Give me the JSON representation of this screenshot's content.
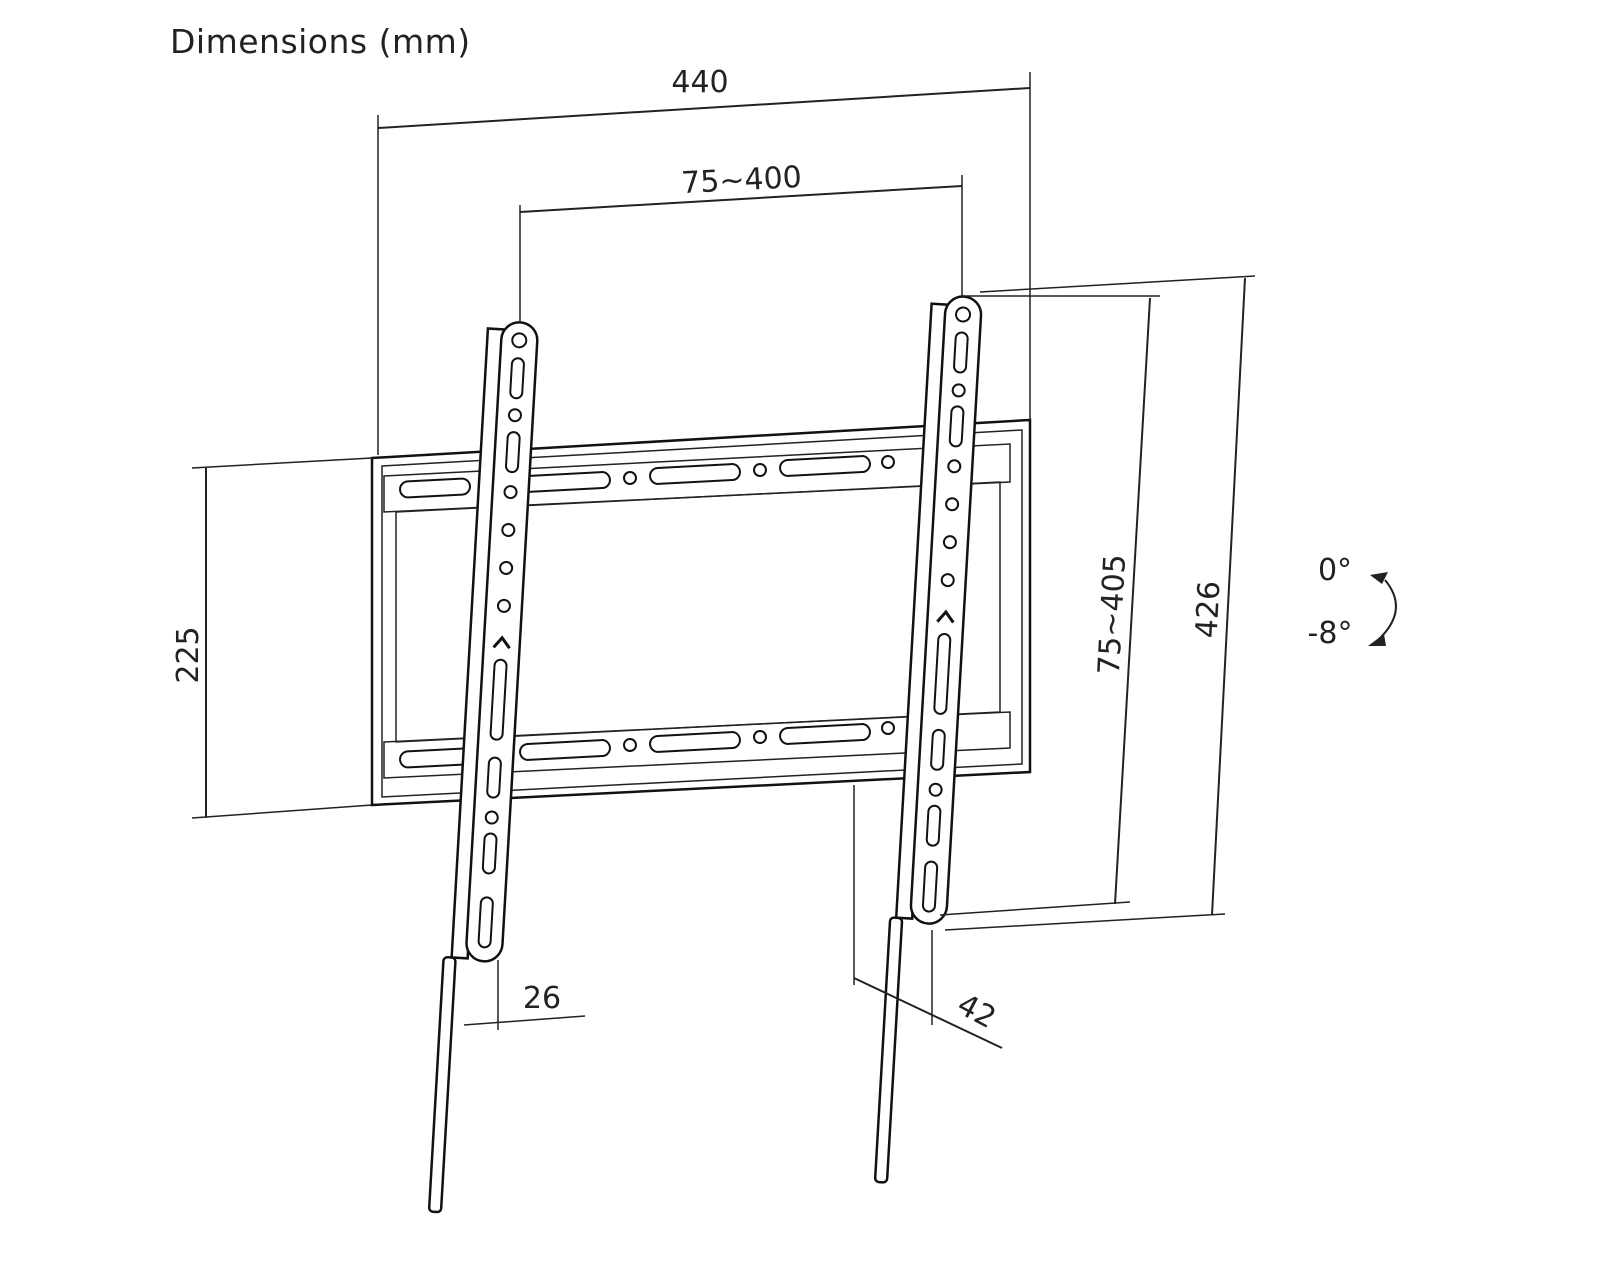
{
  "title": "Dimensions (mm)",
  "dimensions": {
    "overall_width": "440",
    "vesa_horizontal": "75~400",
    "plate_height": "225",
    "vesa_vertical": "75~405",
    "arm_height": "426",
    "wall_profile": "26",
    "max_profile": "42"
  },
  "tilt": {
    "max": "0°",
    "min": "-8°"
  }
}
